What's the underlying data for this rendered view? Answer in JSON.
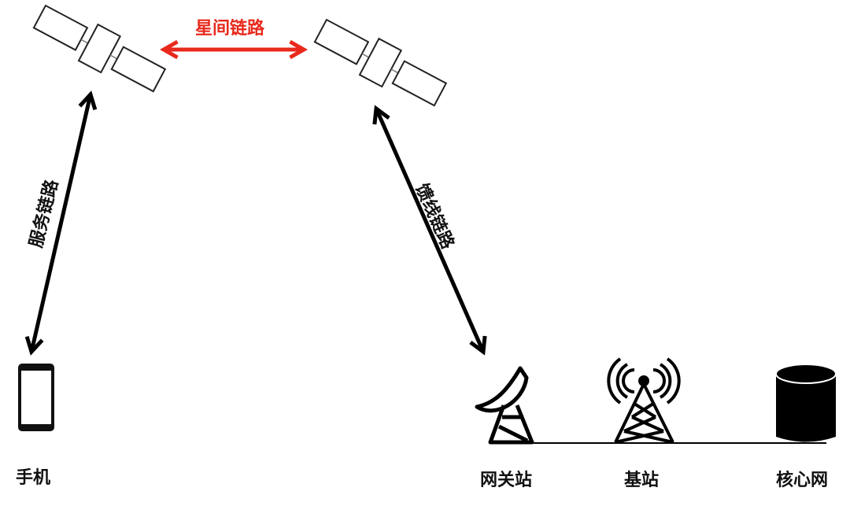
{
  "colors": {
    "inter_satellite_link": "#e8291c",
    "link": "#000000",
    "background": "#ffffff"
  },
  "links": {
    "inter_satellite": "星间链路",
    "service": "服务链路",
    "feeder": "馈线链路"
  },
  "nodes": {
    "satellite_left": "satellite-icon",
    "satellite_right": "satellite-icon",
    "phone": "手机",
    "gateway": "网关站",
    "base_station": "基站",
    "core_network": "核心网"
  }
}
